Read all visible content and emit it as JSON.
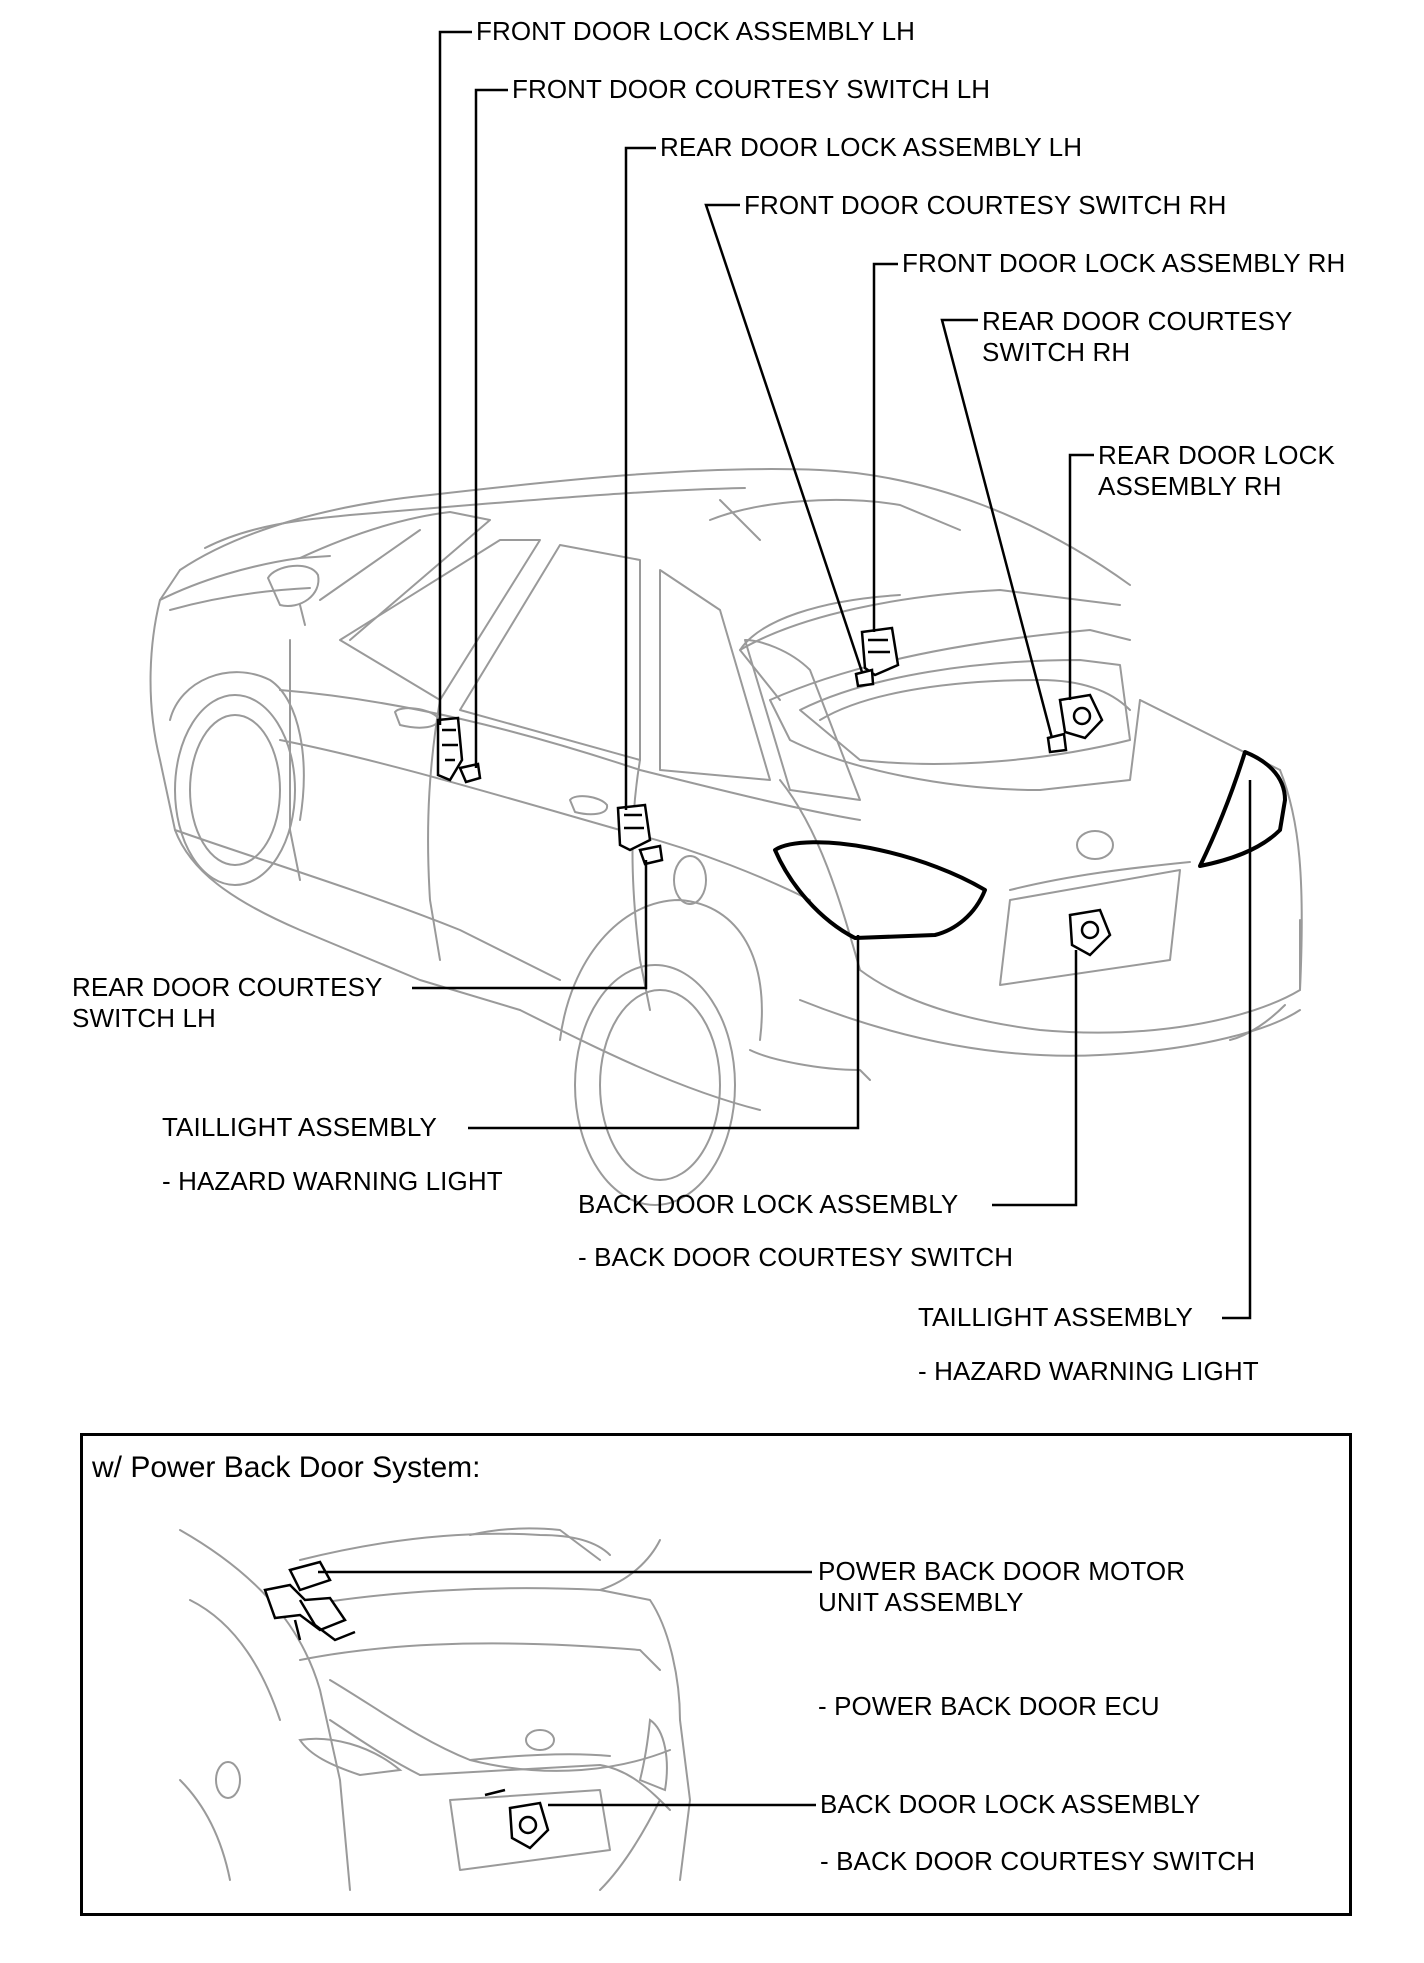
{
  "main_labels": {
    "front_door_lock_lh": "FRONT DOOR LOCK ASSEMBLY LH",
    "front_courtesy_lh": "FRONT DOOR COURTESY SWITCH LH",
    "rear_door_lock_lh": "REAR DOOR LOCK ASSEMBLY LH",
    "front_courtesy_rh": "FRONT DOOR COURTESY SWITCH RH",
    "front_door_lock_rh": "FRONT DOOR LOCK ASSEMBLY RH",
    "rear_courtesy_rh_line1": "REAR DOOR COURTESY",
    "rear_courtesy_rh_line2": "SWITCH RH",
    "rear_door_lock_rh_line1": "REAR DOOR LOCK",
    "rear_door_lock_rh_line2": "ASSEMBLY RH",
    "rear_courtesy_lh_line1": "REAR DOOR COURTESY",
    "rear_courtesy_lh_line2": "SWITCH LH",
    "taillight_left": "TAILLIGHT ASSEMBLY",
    "taillight_left_sub": "- HAZARD WARNING LIGHT",
    "back_door_lock": "BACK DOOR LOCK ASSEMBLY",
    "back_door_lock_sub": "- BACK DOOR COURTESY SWITCH",
    "taillight_right": "TAILLIGHT ASSEMBLY",
    "taillight_right_sub": "- HAZARD WARNING LIGHT"
  },
  "inset": {
    "title": "w/ Power Back Door System:",
    "motor_line1": "POWER BACK DOOR MOTOR",
    "motor_line2": "UNIT ASSEMBLY",
    "motor_sub": "- POWER BACK DOOR ECU",
    "back_door_lock": "BACK DOOR LOCK ASSEMBLY",
    "back_door_lock_sub": "- BACK DOOR COURTESY SWITCH"
  }
}
